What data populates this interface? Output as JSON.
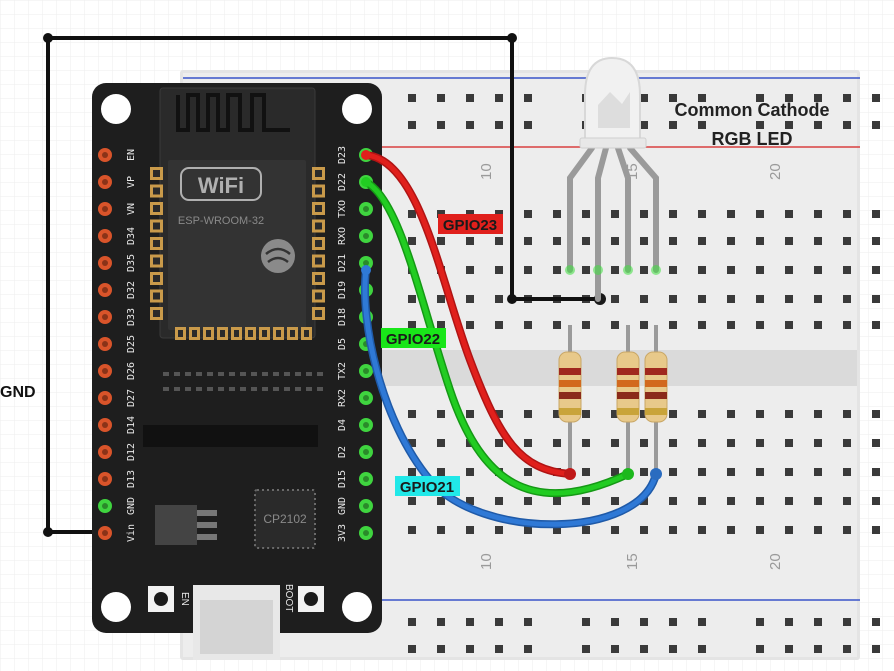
{
  "title": {
    "line1": "Common Cathode",
    "line2": "RGB LED"
  },
  "gnd_label": "GND",
  "wires": [
    {
      "label": "GPIO23",
      "color": "#e0201c",
      "label_bg": "#e0201c",
      "label_color": "#1a1a1a"
    },
    {
      "label": "GPIO22",
      "color": "#22cc22",
      "label_bg": "#19e619",
      "label_color": "#1a1a1a"
    },
    {
      "label": "GPIO21",
      "color": "#2f79d6",
      "label_bg": "#21e8e8",
      "label_color": "#1a1a1a"
    }
  ],
  "board": {
    "wifi_logo": "WiFi",
    "module_name": "ESP-WROOM-32",
    "chip_name": "CP2102",
    "button_en": "EN",
    "button_boot": "BOOT",
    "left_pins": [
      "EN",
      "VP",
      "VN",
      "D34",
      "D35",
      "D32",
      "D33",
      "D25",
      "D26",
      "D27",
      "D14",
      "D12",
      "D13",
      "GND",
      "Vin"
    ],
    "right_pins": [
      "D23",
      "D22",
      "TXO",
      "RXO",
      "D21",
      "D19",
      "D18",
      "D5",
      "TX2",
      "RX2",
      "D4",
      "D2",
      "D15",
      "GND",
      "3V3"
    ]
  },
  "breadboard": {
    "column_numbers_top": [
      "10",
      "15",
      "20"
    ],
    "column_numbers_bottom": [
      "10",
      "15",
      "20"
    ]
  },
  "colors": {
    "board": "#1e1e1e",
    "pin": "#d9542a",
    "breadboard": "#ececec",
    "rail_red": "#d94040",
    "rail_blue": "#3a55c9"
  }
}
